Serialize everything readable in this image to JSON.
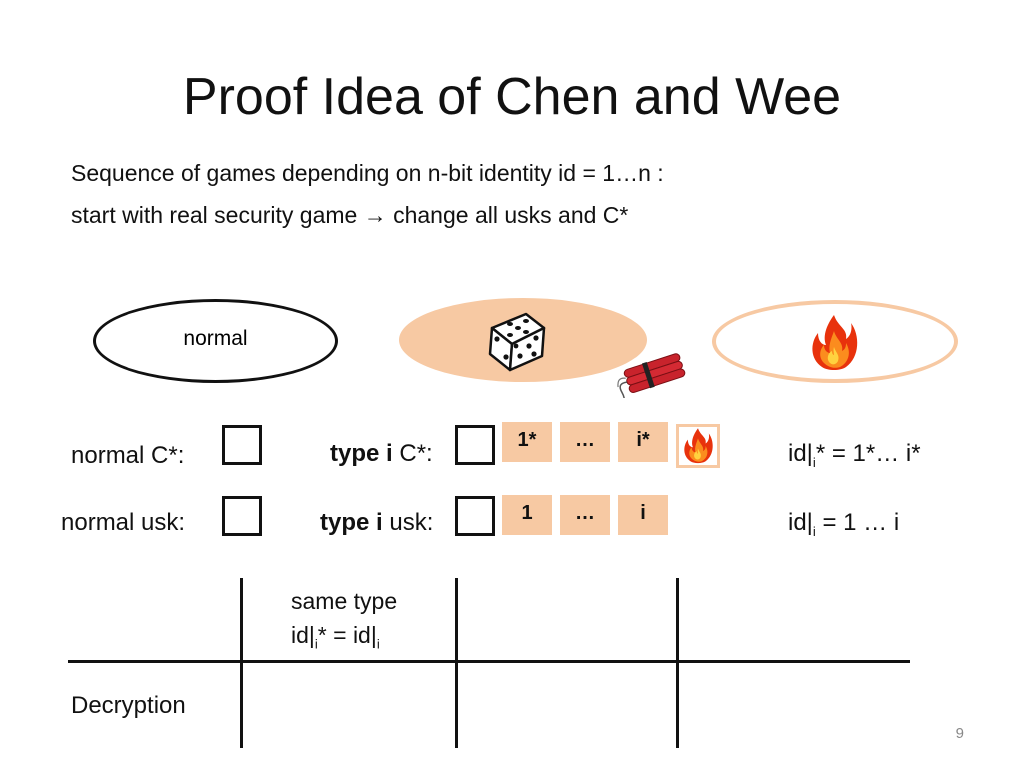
{
  "slide": {
    "title": "Proof Idea of Chen and Wee",
    "line1": "Sequence of games depending on n-bit identity id = 1…n :",
    "line2": "start with real security game → change all usks and C*",
    "page_number": "9"
  },
  "states": {
    "normal_label": "normal"
  },
  "rows": {
    "normal_ct_label": "normal C*:",
    "normal_usk_label": "normal usk:",
    "type_i_word": "type i",
    "type_i_ct_suffix": " C*:",
    "type_i_usk_suffix": " usk:",
    "ct_boxes": [
      "1*",
      "…",
      "i*"
    ],
    "usk_boxes": [
      "1",
      "…",
      "i"
    ],
    "ct_prefix_pre": "id|",
    "ct_prefix_sub": "i",
    "ct_prefix_post": "* = 1*… i*",
    "usk_prefix_pre": "id|",
    "usk_prefix_sub": "i",
    "usk_prefix_post": " = 1 … i"
  },
  "table": {
    "header_line1": "same type",
    "header_line2_a": "id|",
    "header_line2_sub1": "i",
    "header_line2_b": "* =  id|",
    "header_line2_sub2": "i",
    "row_label": "Decryption"
  },
  "colors": {
    "accent_fill": "#f7c9a3",
    "ink": "#111111"
  },
  "icons": [
    "dice-icon",
    "dynamite-icon",
    "fire-icon"
  ]
}
